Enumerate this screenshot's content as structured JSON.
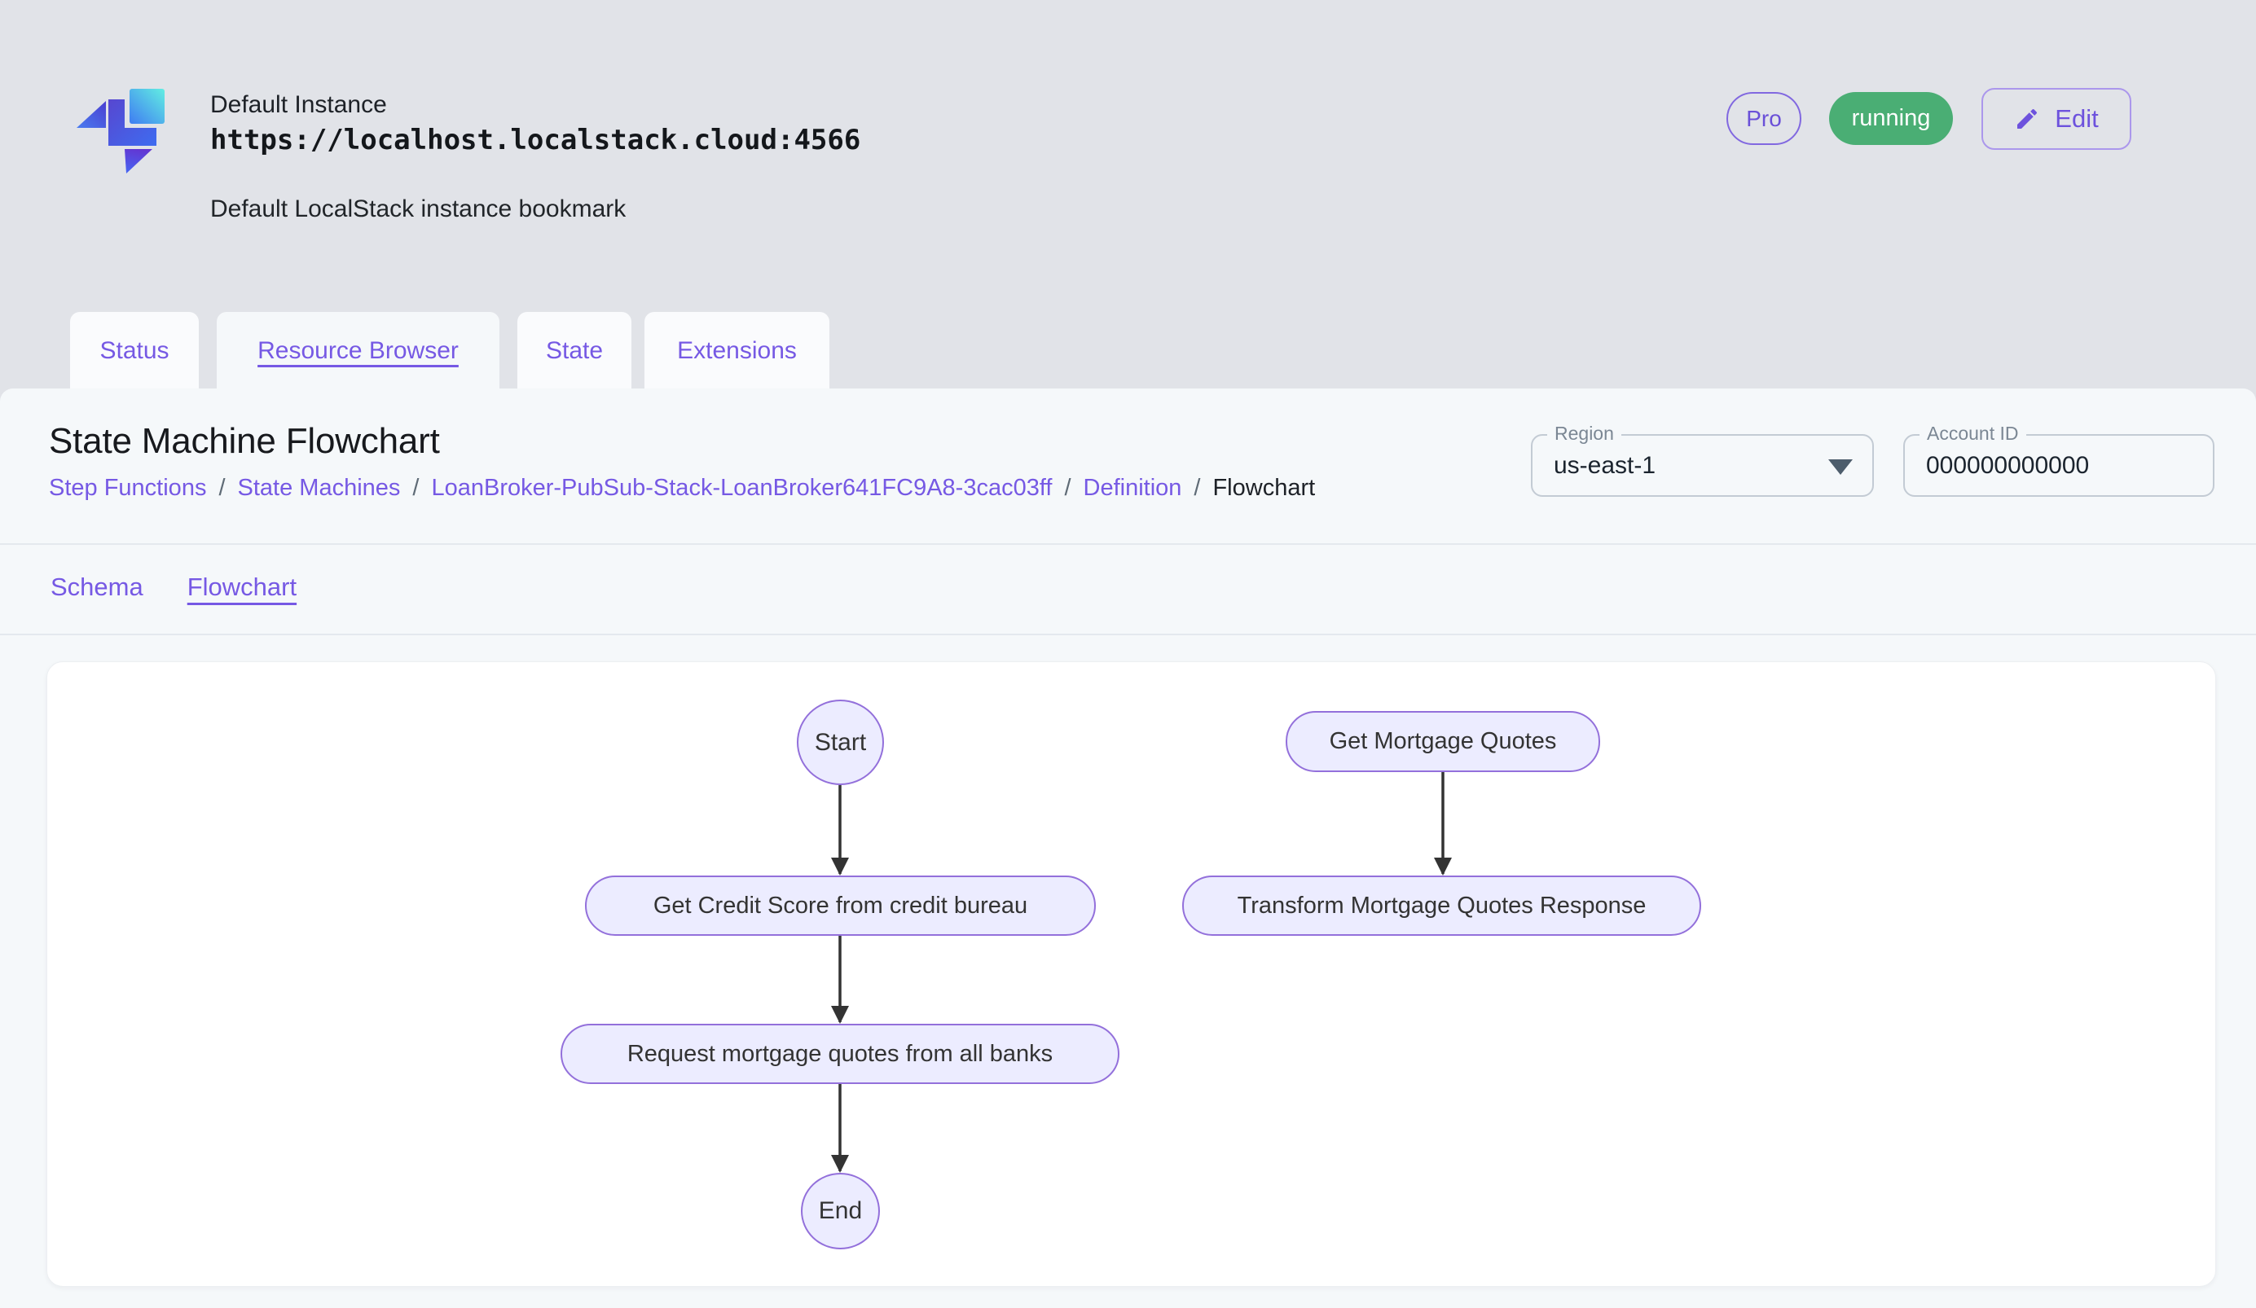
{
  "header": {
    "instance_name": "Default Instance",
    "instance_url": "https://localhost.localstack.cloud:4566",
    "instance_description": "Default LocalStack instance bookmark",
    "pro_badge": "Pro",
    "status_badge": "running",
    "edit_button": "Edit"
  },
  "tabs": [
    {
      "label": "Status",
      "active": false
    },
    {
      "label": "Resource Browser",
      "active": true
    },
    {
      "label": "State",
      "active": false
    },
    {
      "label": "Extensions",
      "active": false
    }
  ],
  "page": {
    "title": "State Machine Flowchart",
    "breadcrumb": [
      {
        "label": "Step Functions"
      },
      {
        "label": "State Machines"
      },
      {
        "label": "LoanBroker-PubSub-Stack-LoanBroker641FC9A8-3cac03ff"
      },
      {
        "label": "Definition"
      },
      {
        "label": "Flowchart"
      }
    ],
    "breadcrumb_separator": "/",
    "region": {
      "label": "Region",
      "value": "us-east-1"
    },
    "account": {
      "label": "Account ID",
      "value": "000000000000"
    },
    "subtabs": [
      {
        "label": "Schema",
        "active": false
      },
      {
        "label": "Flowchart",
        "active": true
      }
    ]
  },
  "flowchart": {
    "nodes": [
      {
        "id": "start",
        "label": "Start",
        "shape": "ellipse"
      },
      {
        "id": "quotes",
        "label": "Get Mortgage Quotes",
        "shape": "rounded"
      },
      {
        "id": "credit",
        "label": "Get Credit Score from credit bureau",
        "shape": "rounded"
      },
      {
        "id": "transform",
        "label": "Transform Mortgage Quotes Response",
        "shape": "rounded"
      },
      {
        "id": "request",
        "label": "Request mortgage quotes from all banks",
        "shape": "rounded"
      },
      {
        "id": "end",
        "label": "End",
        "shape": "ellipse"
      }
    ],
    "edges": [
      {
        "from": "start",
        "to": "credit"
      },
      {
        "from": "credit",
        "to": "request"
      },
      {
        "from": "request",
        "to": "end"
      },
      {
        "from": "quotes",
        "to": "transform"
      }
    ]
  },
  "colors": {
    "accent_purple": "#7659e4",
    "status_green": "#4aae74",
    "node_fill": "#ececff",
    "node_border": "#9370db",
    "page_background": "#e1e3e8",
    "panel_background": "#f5f8fa"
  }
}
